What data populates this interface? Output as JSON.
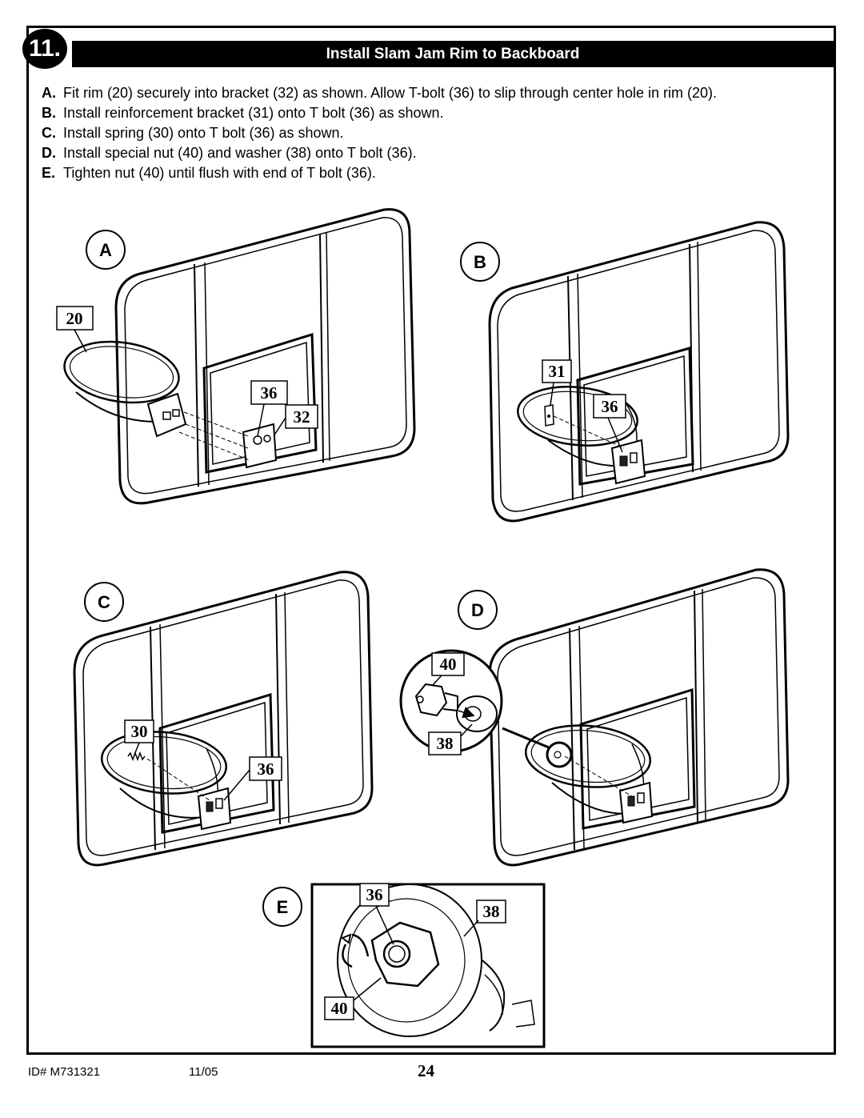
{
  "header": {
    "step_number": "11.",
    "title": "Install Slam Jam Rim to Backboard"
  },
  "instructions": [
    {
      "letter": "A.",
      "text": "Fit rim (20) securely into bracket (32) as shown. Allow T-bolt (36) to slip through center hole in rim (20)."
    },
    {
      "letter": "B.",
      "text": "Install reinforcement bracket (31) onto T bolt (36) as shown."
    },
    {
      "letter": "C.",
      "text": "Install spring (30) onto T bolt (36) as shown."
    },
    {
      "letter": "D.",
      "text": "Install special nut (40) and washer (38) onto T bolt (36)."
    },
    {
      "letter": "E.",
      "text": "Tighten nut (40) until flush with end of T bolt (36)."
    }
  ],
  "panels": {
    "a": {
      "label": "A",
      "parts": [
        "20",
        "36",
        "32"
      ]
    },
    "b": {
      "label": "B",
      "parts": [
        "31",
        "36"
      ]
    },
    "c": {
      "label": "C",
      "parts": [
        "30",
        "36"
      ]
    },
    "d": {
      "label": "D",
      "parts": [
        "40",
        "38"
      ]
    },
    "e": {
      "label": "E",
      "parts": [
        "36",
        "38",
        "40"
      ]
    }
  },
  "footer": {
    "id": "ID#   M731321",
    "date": "11/05",
    "page": "24"
  }
}
